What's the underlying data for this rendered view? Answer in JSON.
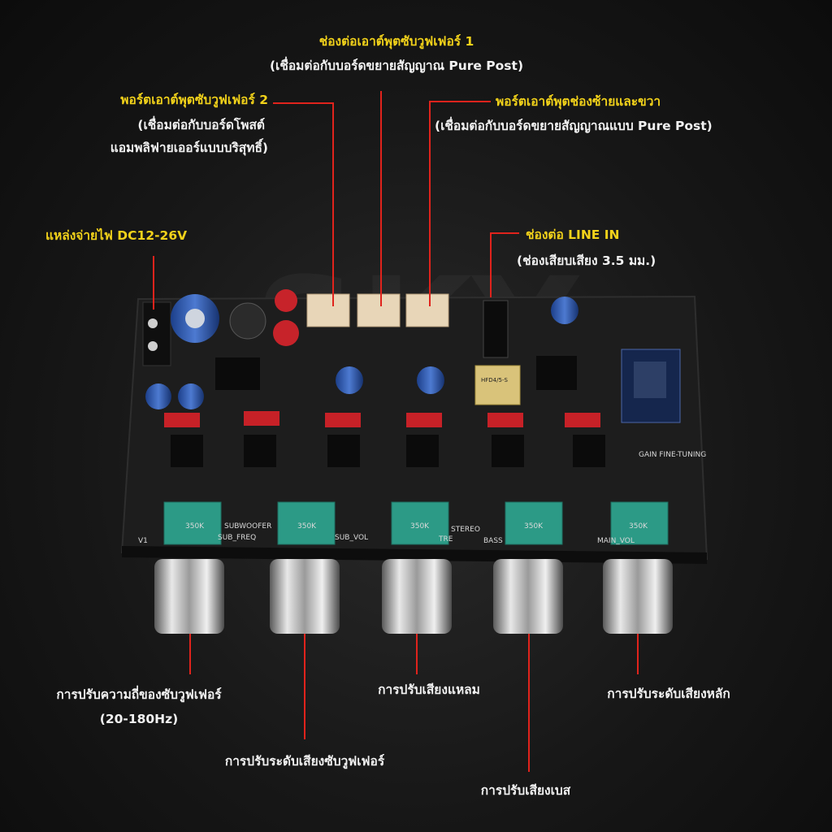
{
  "labels": {
    "sub_out_1_title": "ช่องต่อเอาต์พุตซับวูฟเฟอร์ 1",
    "sub_out_1_desc": "(เชื่อมต่อกับบอร์ดขยายสัญญาณ Pure Post)",
    "sub_out_2_title": "พอร์ตเอาต์พุตซับวูฟเฟอร์ 2",
    "sub_out_2_desc_1": "(เชื่อมต่อกับบอร์ดโพสต์",
    "sub_out_2_desc_2": "แอมพลิฟายเออร์แบบบริสุทธิ์)",
    "lr_out_title": "พอร์ตเอาต์พุตช่องซ้ายและขวา",
    "lr_out_desc": "(เชื่อมต่อกับบอร์ดขยายสัญญาณแบบ Pure Post)",
    "power_title": "แหล่งจ่ายไฟ DC12-26V",
    "line_in_title": "ช่องต่อ LINE IN",
    "line_in_desc": "(ช่องเสียบเสียง 3.5 มม.)",
    "sub_freq_title": "การปรับความถี่ของซับวูฟเฟอร์",
    "sub_freq_desc": "(20-180Hz)",
    "sub_vol_title": "การปรับระดับเสียงซับวูฟเฟอร์",
    "treble_title": "การปรับเสียงแหลม",
    "bass_title": "การปรับเสียงเบส",
    "main_vol_title": "การปรับระดับเสียงหลัก"
  },
  "board": {
    "version": "V1",
    "pot_value": "350K",
    "silkscreen": [
      "SUBWOOFER",
      "SUB_FREQ",
      "SUB_VOL",
      "STEREO",
      "TRE",
      "BASS",
      "MAIN_VOL",
      "GAIN FINE-TUNING",
      "HFD4/5-S"
    ]
  },
  "colors": {
    "highlight": "#f2d21a",
    "text": "#f1f1f1",
    "leader": "#e0231c",
    "pcb": "#1b1b1b",
    "pot": "#2c9a86"
  }
}
